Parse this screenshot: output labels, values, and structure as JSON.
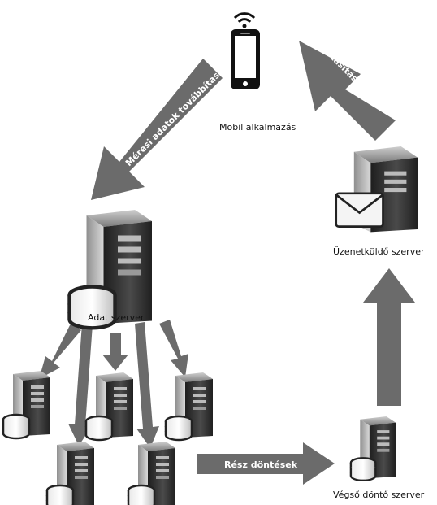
{
  "nodes": {
    "mobile": {
      "label": "Mobil  alkalmazás",
      "icon": "smartphone-wifi-icon"
    },
    "data_server": {
      "label": "Adat szerver",
      "icon": "database-server-icon"
    },
    "message_server": {
      "label": "Üzenetküldő  szerver",
      "icon": "mail-server-icon"
    },
    "final_server": {
      "label": "Végső döntő  szerver",
      "icon": "database-server-icon"
    },
    "worker_servers": [
      {
        "icon": "database-server-icon"
      },
      {
        "icon": "database-server-icon"
      },
      {
        "icon": "database-server-icon"
      },
      {
        "icon": "database-server-icon"
      },
      {
        "icon": "database-server-icon"
      }
    ]
  },
  "edges": {
    "forward_measurement": "Mérési adatok továbbítása",
    "measure_instruction": "Utasítás mérésre",
    "partial_decisions": "Rész döntések"
  },
  "colors": {
    "arrow": "#6b6b6b",
    "server_dark": "#2a2a2a",
    "server_light": "#9a9a9a",
    "text": "#111111"
  }
}
